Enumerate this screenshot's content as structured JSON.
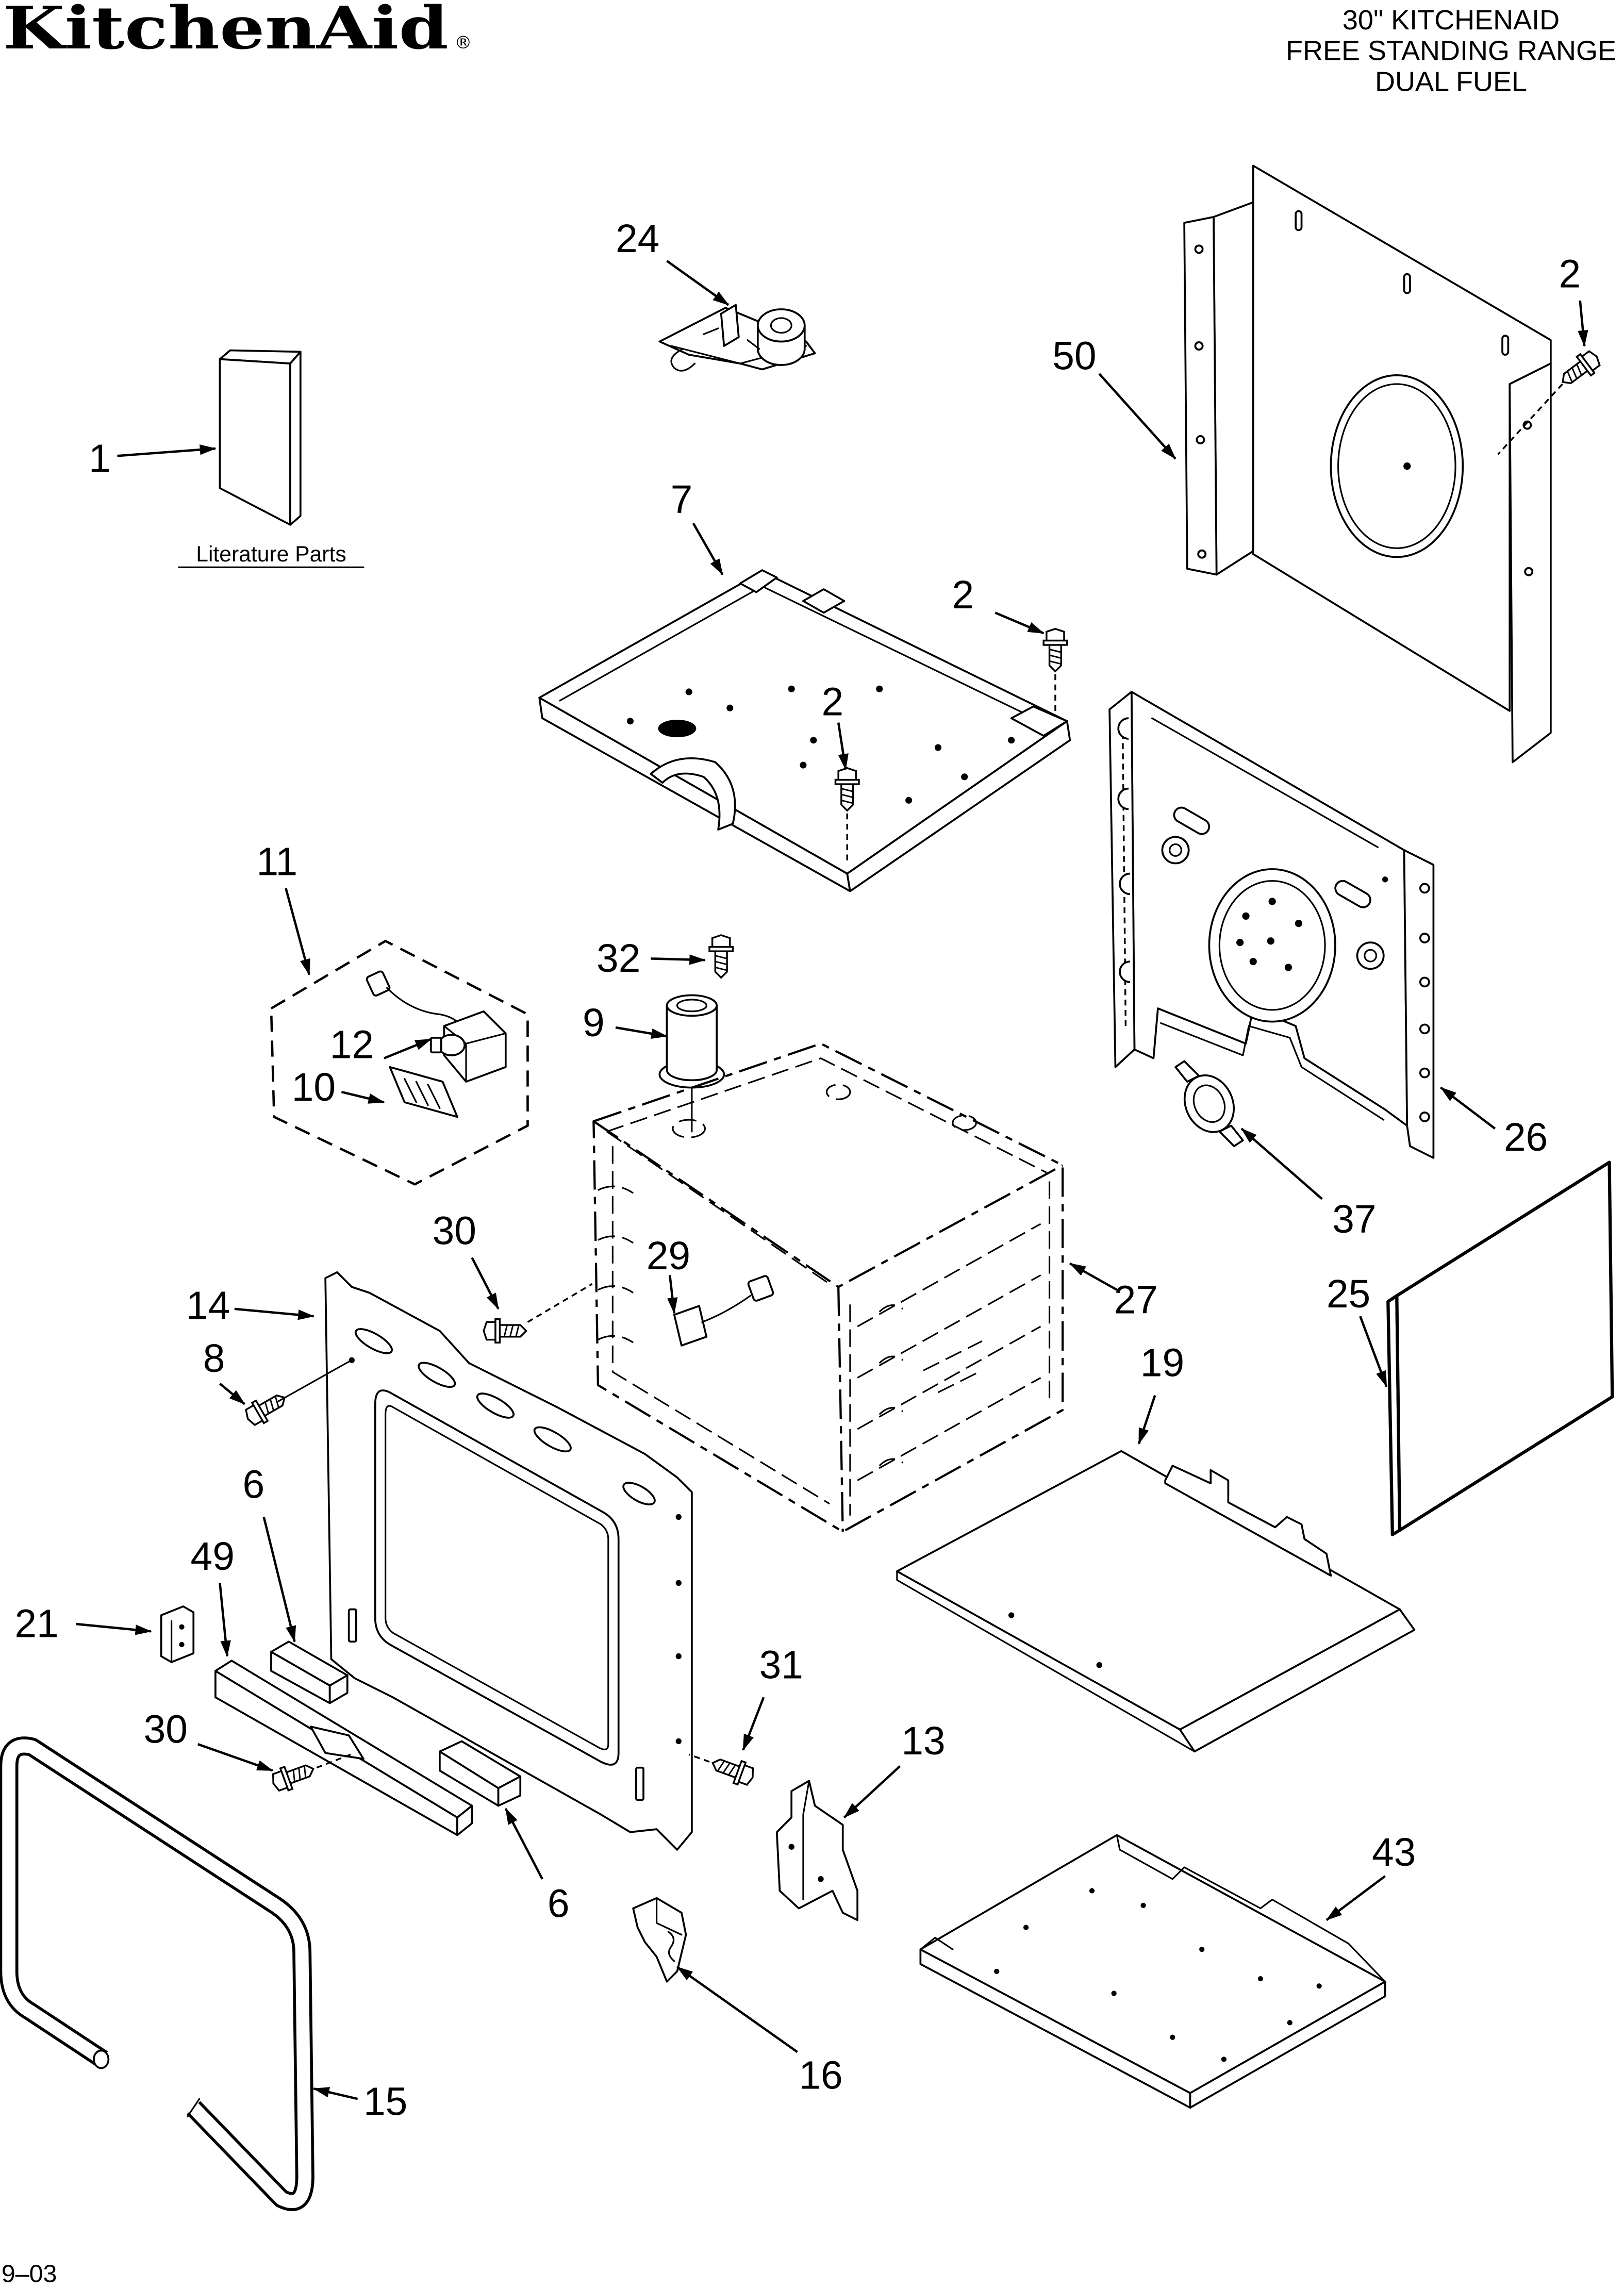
{
  "header": {
    "brand": "KitchenAid",
    "registered_mark": "®",
    "title_lines": [
      "30\" KITCHENAID",
      "FREE STANDING RANGE",
      "DUAL FUEL"
    ]
  },
  "diagram": {
    "literature_label": "Literature Parts",
    "callouts": [
      "24",
      "2",
      "50",
      "1",
      "7",
      "2",
      "2",
      "11",
      "32",
      "9",
      "12",
      "10",
      "26",
      "37",
      "30",
      "29",
      "27",
      "25",
      "14",
      "8",
      "19",
      "6",
      "49",
      "21",
      "31",
      "30",
      "13",
      "6",
      "43",
      "16",
      "15"
    ]
  },
  "footer": {
    "date_code": "9–03"
  }
}
